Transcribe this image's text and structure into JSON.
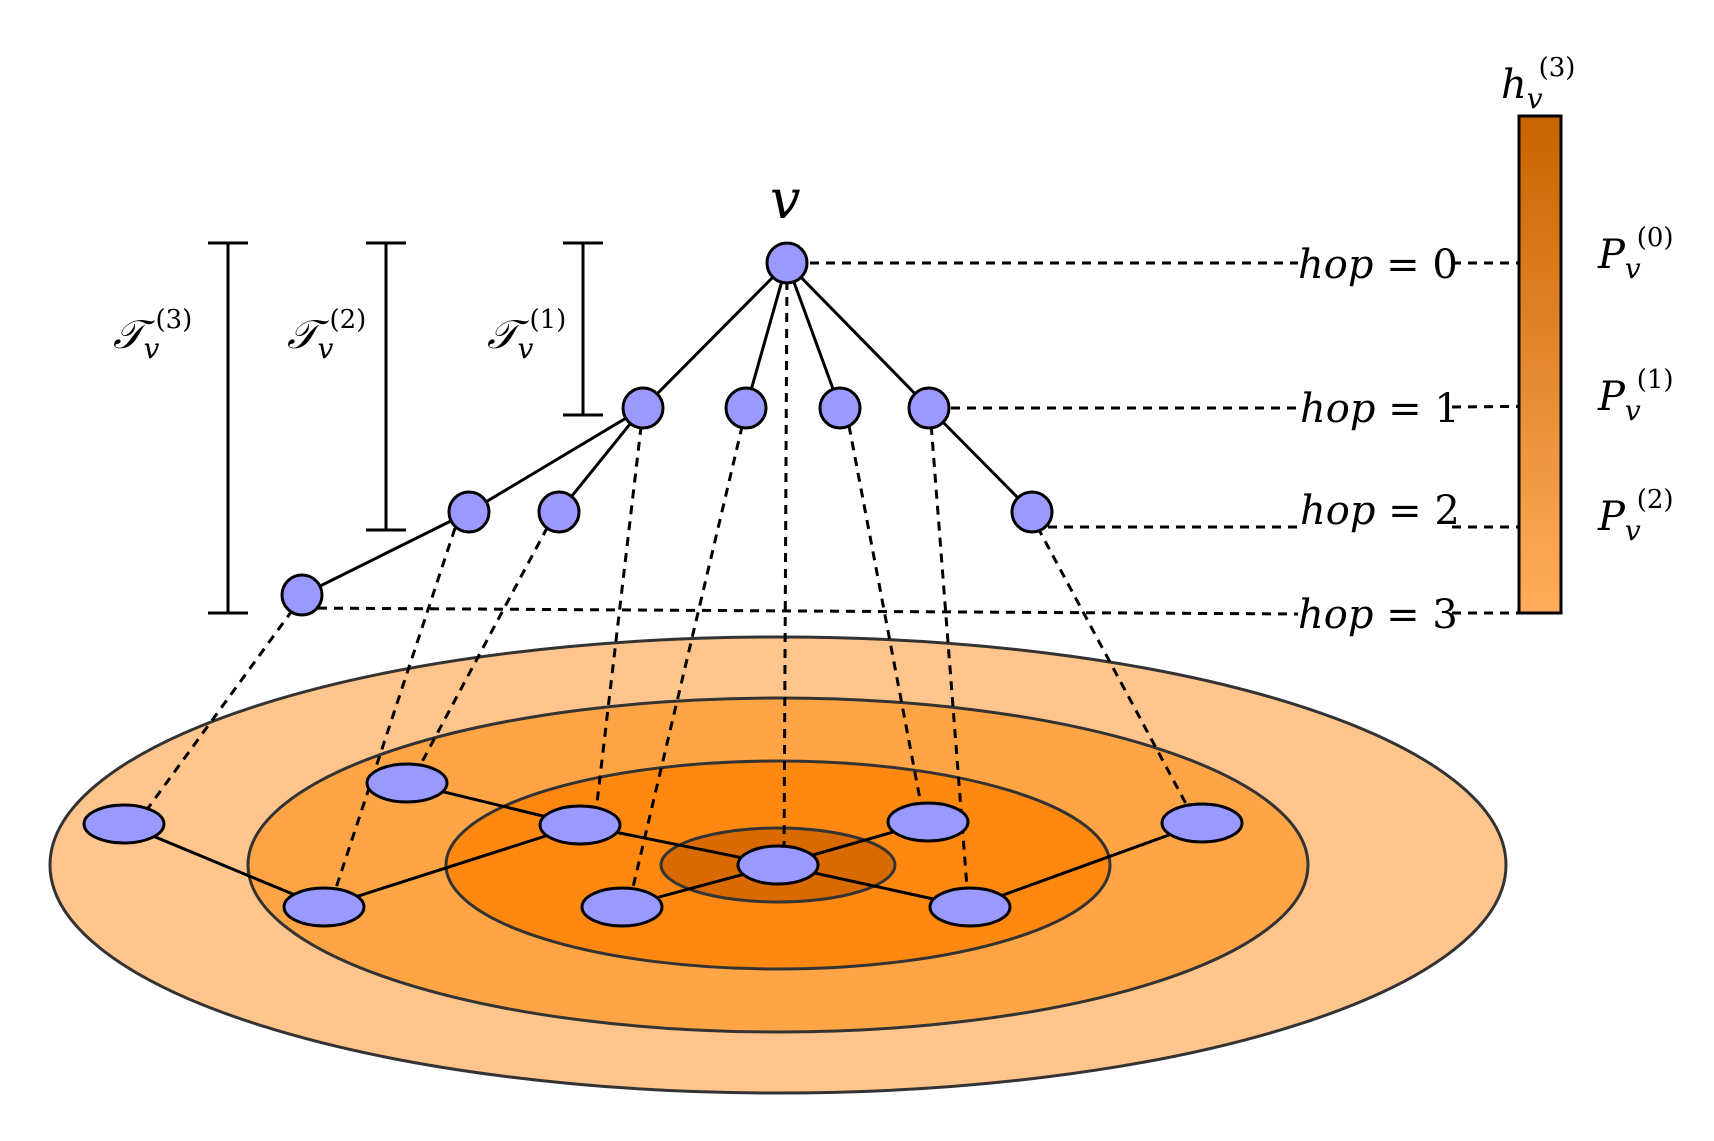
{
  "root_label": "v",
  "tree_labels": [
    {
      "symbol": "𝒯",
      "sub": "v",
      "sup": "(1)"
    },
    {
      "symbol": "𝒯",
      "sub": "v",
      "sup": "(2)"
    },
    {
      "symbol": "𝒯",
      "sub": "v",
      "sup": "(3)"
    }
  ],
  "hops": [
    {
      "label": "hop",
      "value": "0"
    },
    {
      "label": "hop",
      "value": "1"
    },
    {
      "label": "hop",
      "value": "2"
    },
    {
      "label": "hop",
      "value": "3"
    }
  ],
  "embedding": {
    "title": {
      "symbol": "h",
      "sub": "v",
      "sup": "(3)"
    },
    "segments": [
      {
        "symbol": "P",
        "sub": "v",
        "sup": "(0)"
      },
      {
        "symbol": "P",
        "sub": "v",
        "sup": "(1)"
      },
      {
        "symbol": "P",
        "sub": "v",
        "sup": "(2)"
      }
    ]
  },
  "colors": {
    "node_fill": "#9999ff",
    "ring_hop0": "#d96a00",
    "ring_hop1": "#ff8811",
    "ring_hop2": "#ffa545",
    "ring_hop3": "#ffc58c",
    "bar_top": "#c86400",
    "bar_bottom": "#ffad5c"
  }
}
